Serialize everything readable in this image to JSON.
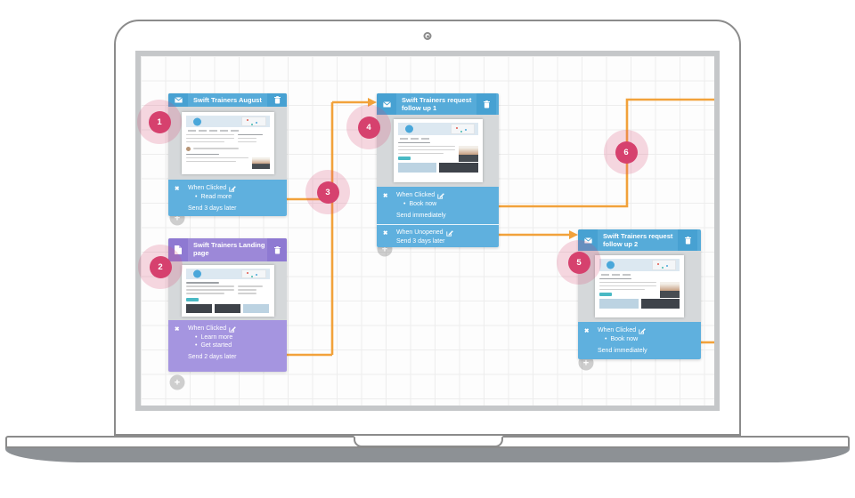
{
  "device": {
    "type": "laptop-mockup"
  },
  "colors": {
    "blue_header": "#56abd9",
    "blue_footer": "#5fb0de",
    "purple_header": "#9c88d8",
    "purple_footer": "#a595e0",
    "connector_orange": "#f2a23b",
    "badge_pink": "#d6416e"
  },
  "icons": {
    "remove": "✖",
    "add": "+",
    "bullet": "•"
  },
  "badges": [
    "1",
    "2",
    "3",
    "4",
    "5",
    "6"
  ],
  "cards": [
    {
      "title": "Swift Trainers August",
      "type": "email",
      "theme": "blue",
      "sections": [
        {
          "condition": "When Clicked",
          "links": [
            "Read more"
          ],
          "timing": "Send 3 days later"
        }
      ]
    },
    {
      "title": "Swift Trainers Landing page",
      "type": "landing-page",
      "theme": "purple",
      "sections": [
        {
          "condition": "When Clicked",
          "links": [
            "Learn more",
            "Get started"
          ],
          "timing": "Send 2 days later"
        }
      ]
    },
    {
      "title": "Swift Trainers request follow up 1",
      "type": "email",
      "theme": "blue",
      "sections": [
        {
          "condition": "When Clicked",
          "links": [
            "Book now"
          ],
          "timing": "Send immediately"
        },
        {
          "condition": "When Unopened",
          "links": [],
          "timing": "Send 3 days later"
        }
      ]
    },
    {
      "title": "Swift Trainers request follow up 2",
      "type": "email",
      "theme": "blue",
      "sections": [
        {
          "condition": "When Clicked",
          "links": [
            "Book now"
          ],
          "timing": "Send immediately"
        }
      ]
    }
  ]
}
